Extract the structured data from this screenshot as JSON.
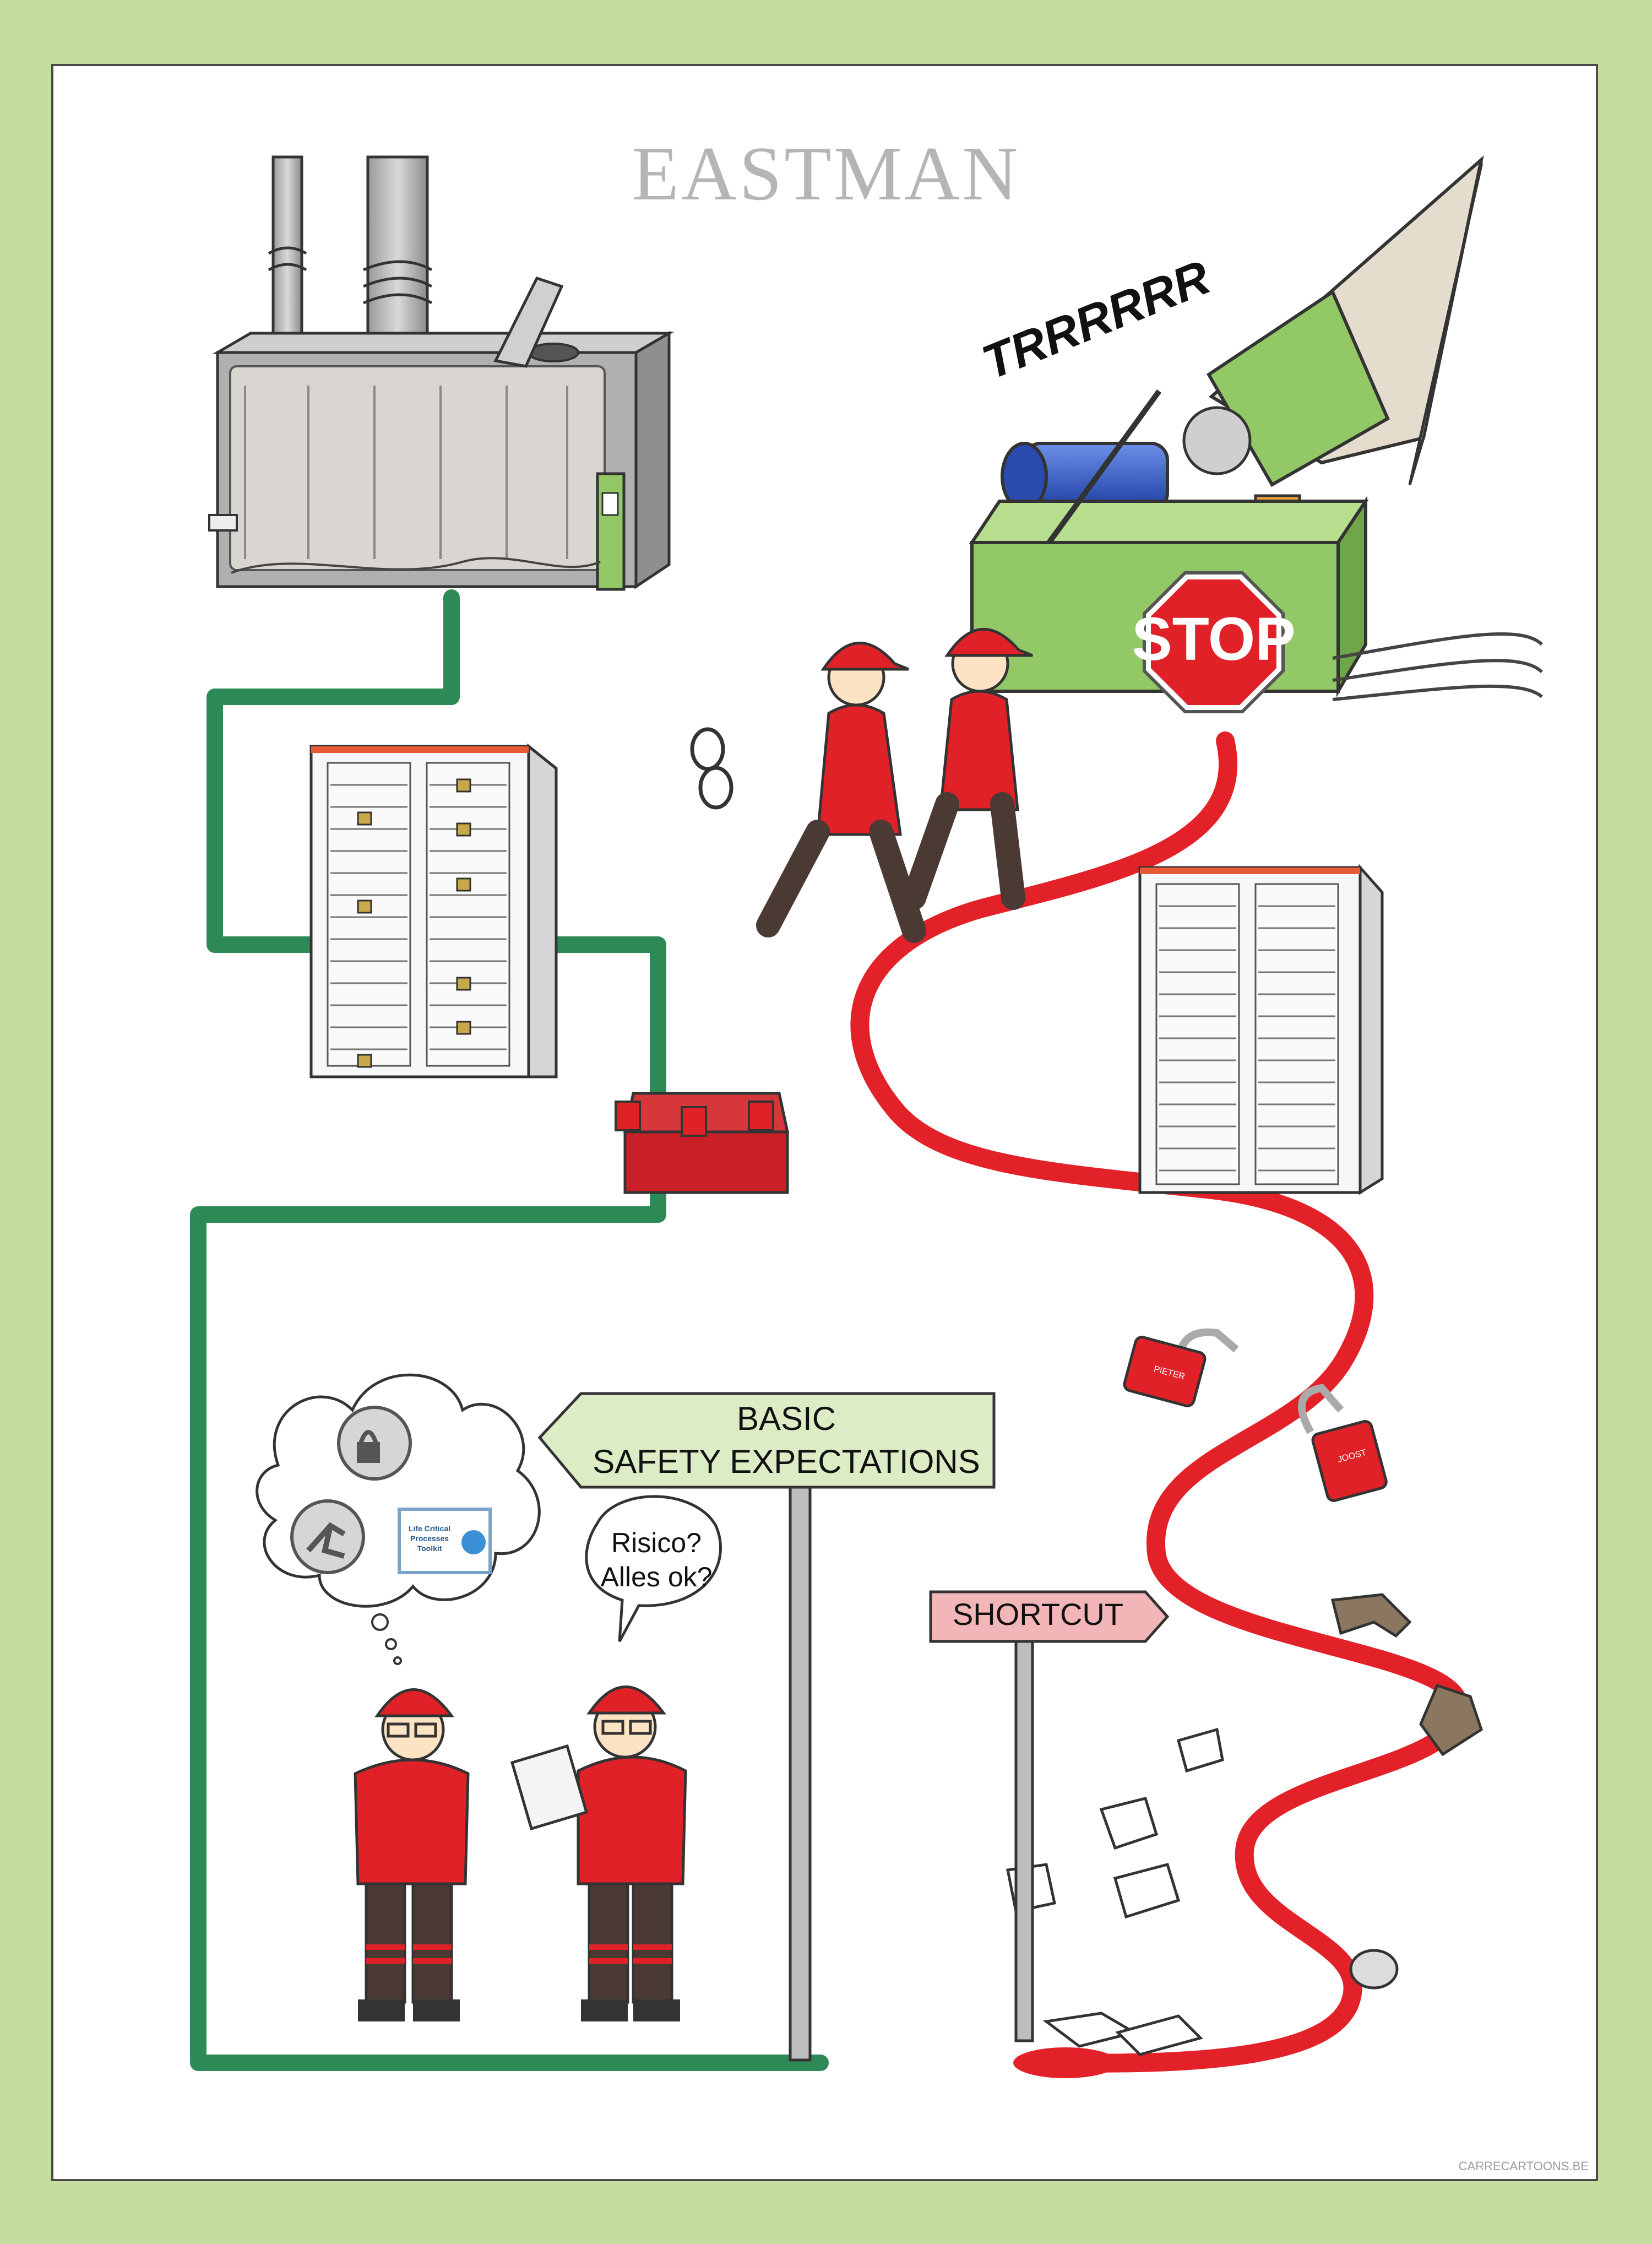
{
  "brand": {
    "logo_text": "EASTMAN"
  },
  "sound_effect": "TRRRRRR",
  "stop_sign": {
    "label": "STOP"
  },
  "signs": {
    "basic_line1": "BASIC",
    "basic_line2": "SAFETY EXPECTATIONS",
    "shortcut": "SHORTCUT"
  },
  "speech_bubble": {
    "line1": "Risico?",
    "line2": "Alles ok?"
  },
  "thought_bubble": {
    "toolkit_line1": "Life Critical",
    "toolkit_line2": "Processes",
    "toolkit_line3": "Toolkit",
    "icons": [
      "padlock-tag-icon",
      "fall-hazard-icon",
      "toolkit-icon"
    ]
  },
  "padlock_tags": {
    "left": "PIETER",
    "right": "JOOST"
  },
  "credit": "CARRECARTOONS.BE",
  "colors": {
    "background": "#c5dd9f",
    "safe_path": "#2d8a57",
    "shortcut_path": "#e32129",
    "machine_green": "#93c867",
    "worker_red": "#e02228",
    "stop_red": "#e02228",
    "sign_green": "#dcedc5",
    "sign_pink": "#f2b6b9"
  }
}
